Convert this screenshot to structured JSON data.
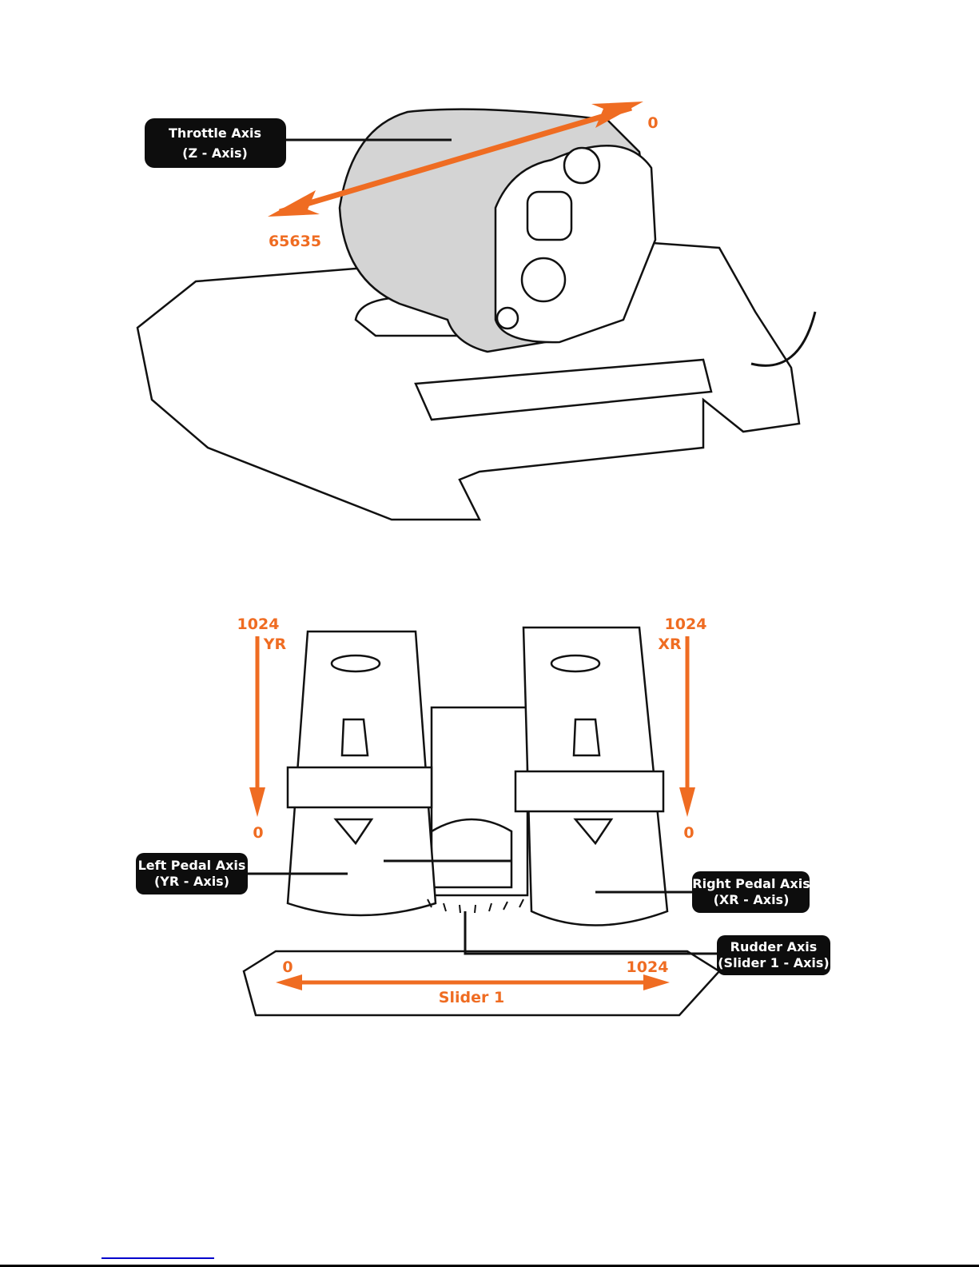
{
  "throttle": {
    "label_line1": "Throttle Axis",
    "label_line2": "(Z - Axis)",
    "max_value": "0",
    "min_value": "65635"
  },
  "pedals": {
    "left_top": "1024",
    "left_axis": "YR",
    "left_bottom": "0",
    "right_top": "1024",
    "right_axis": "XR",
    "right_bottom": "0",
    "left_label_line1": "Left Pedal Axis",
    "left_label_line2": "(YR - Axis)",
    "right_label_line1": "Right Pedal Axis",
    "right_label_line2": "(XR - Axis)",
    "rudder_label_line1": "Rudder Axis",
    "rudder_label_line2": "(Slider 1 - Axis)",
    "slider_min": "0",
    "slider_max": "1024",
    "slider_name": "Slider 1"
  },
  "colors": {
    "accent": "#ef6c22",
    "callout": "#0d0d0d"
  }
}
